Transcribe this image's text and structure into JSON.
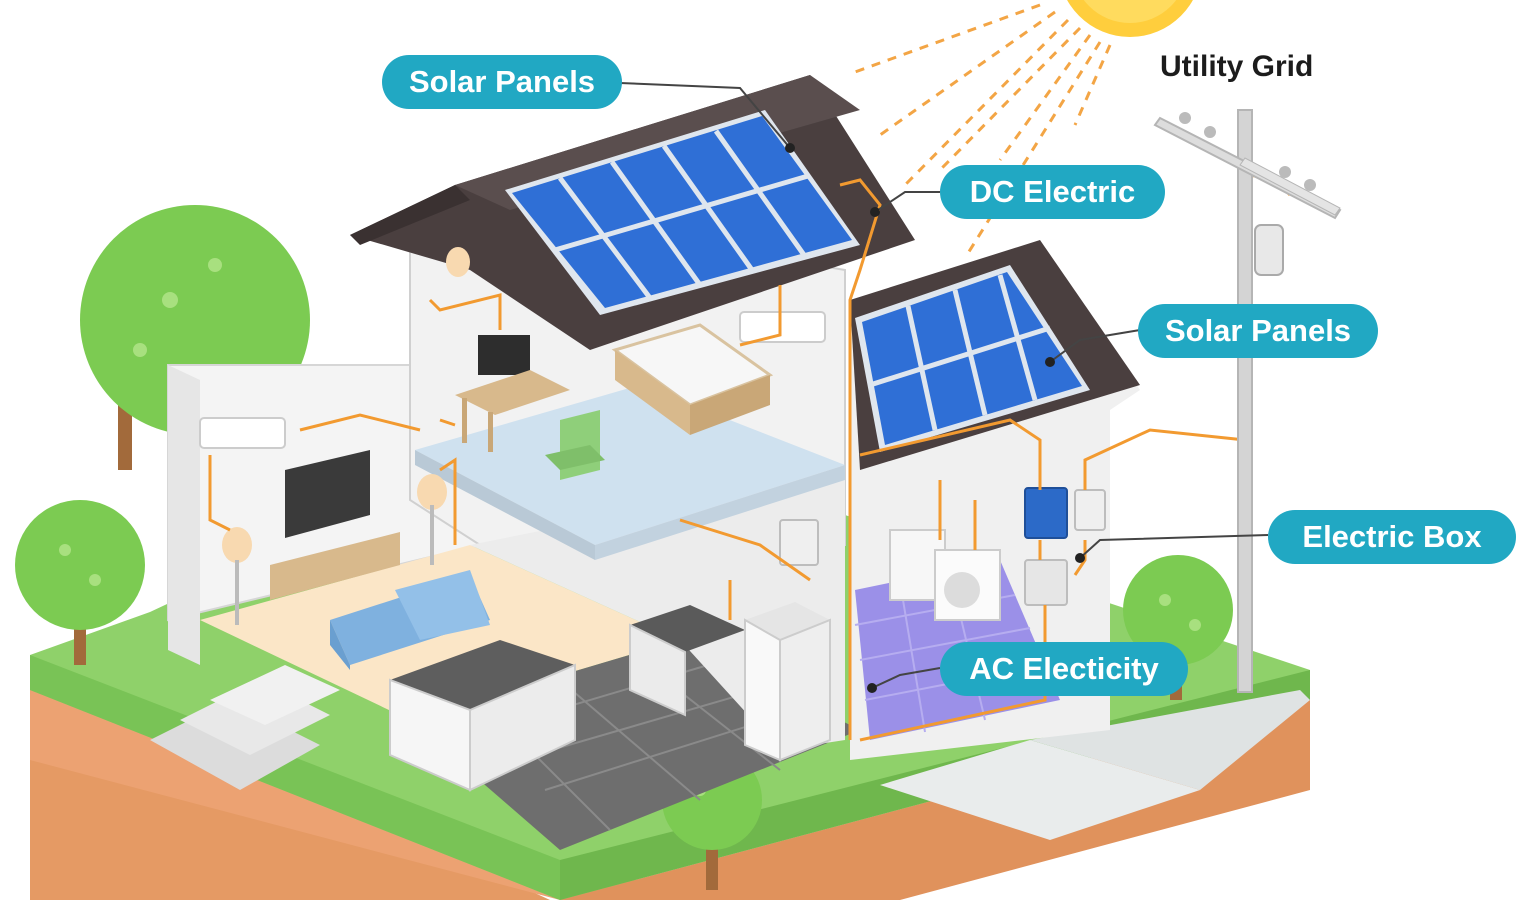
{
  "labels": {
    "solar_panels_main": "Solar Panels",
    "dc_electric": "DC Electric",
    "solar_panels_annex": "Solar Panels",
    "electric_box": "Electric Box",
    "ac_electricity": "AC Electicity",
    "utility_grid": "Utility Grid"
  },
  "colors": {
    "callout": "#21a8c3",
    "wire": "#f29a30",
    "roof": "#4a3f3f",
    "panel": "#2f6fd6",
    "grass": "#8fd16a",
    "soil": "#e59a64",
    "sun": "#ffce3d"
  },
  "icons": {
    "sun": "sun-icon",
    "house": "house-illustration",
    "pole": "utility-pole-icon",
    "tree": "tree-icon"
  }
}
